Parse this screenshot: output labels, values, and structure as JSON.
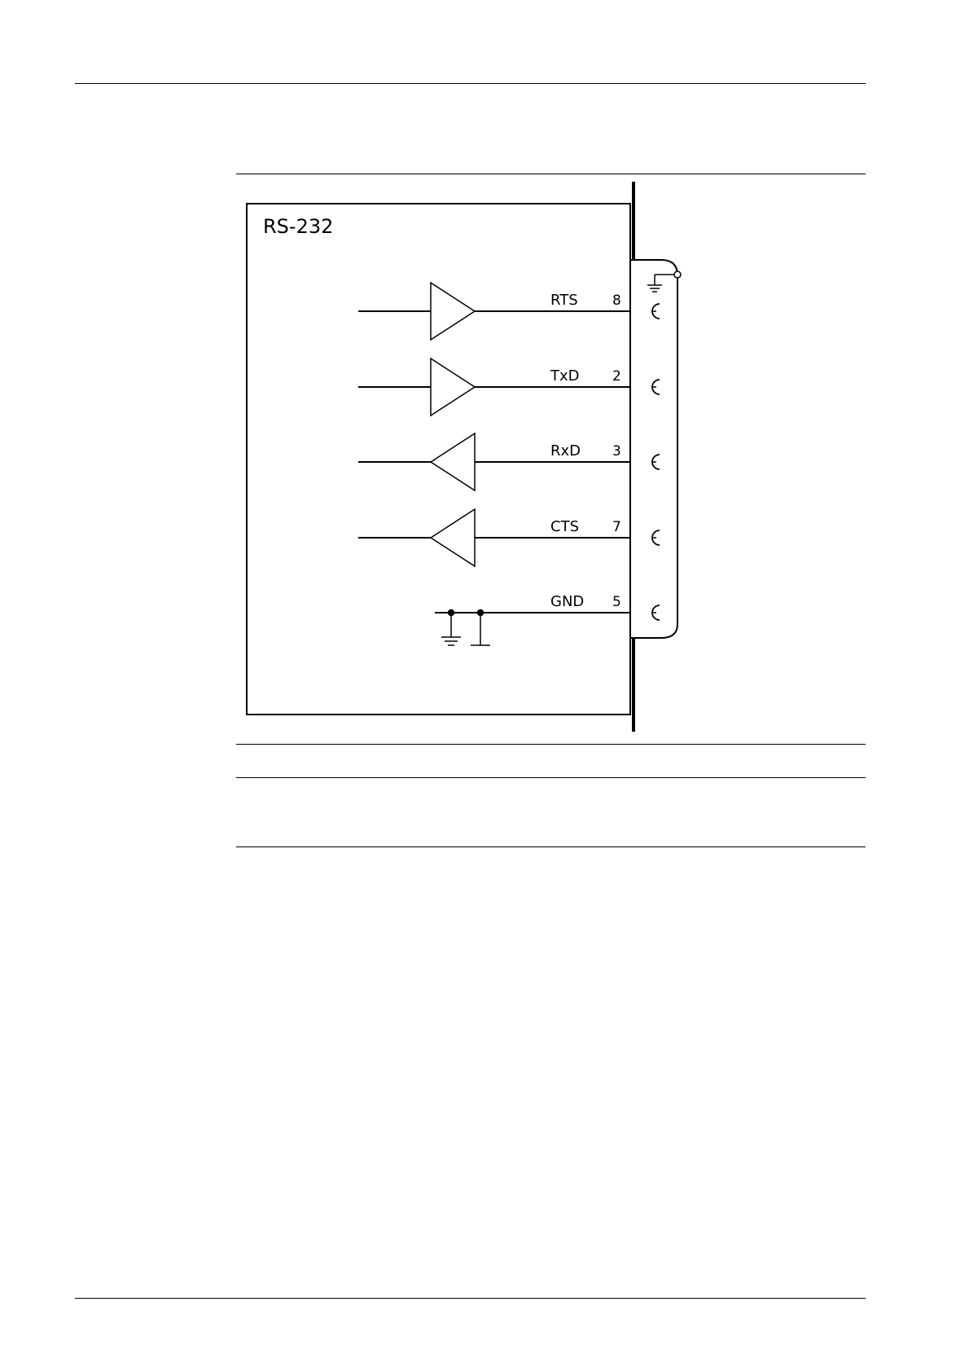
{
  "diagram": {
    "title": "RS-232",
    "signals": [
      {
        "name": "RTS",
        "pin": "8",
        "direction": "out"
      },
      {
        "name": "TxD",
        "pin": "2",
        "direction": "out"
      },
      {
        "name": "RxD",
        "pin": "3",
        "direction": "in"
      },
      {
        "name": "CTS",
        "pin": "7",
        "direction": "in"
      },
      {
        "name": "GND",
        "pin": "5",
        "direction": "ground"
      }
    ]
  }
}
